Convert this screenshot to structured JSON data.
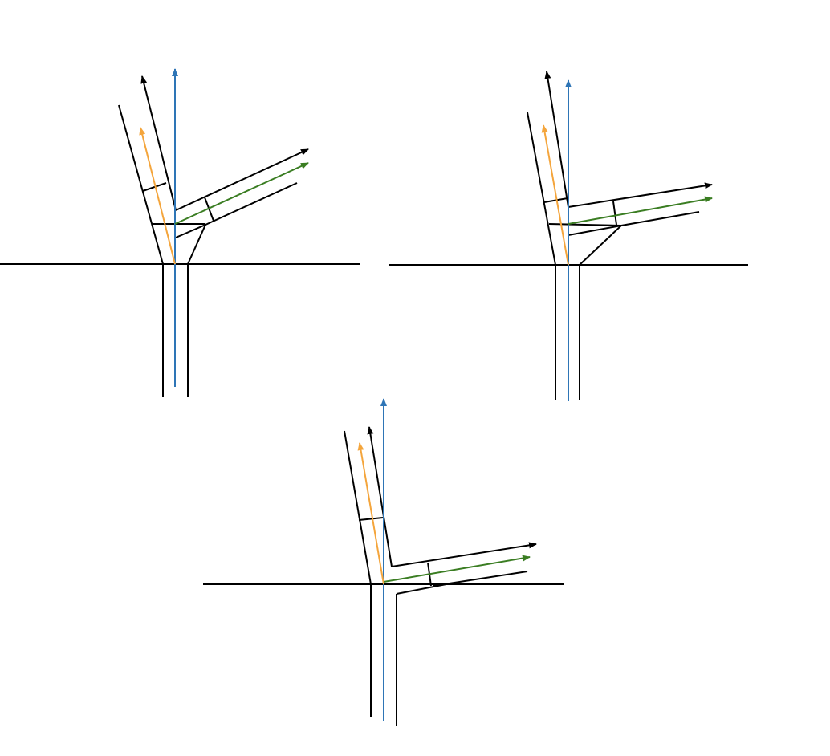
{
  "colors": {
    "outline": "#000000",
    "blue": "#2e75b6",
    "orange": "#f4a53c",
    "green": "#3a7d22",
    "background": "#ffffff"
  },
  "diagrams": [
    {
      "id": "top-left-junction"
    },
    {
      "id": "top-right-junction"
    },
    {
      "id": "bottom-center-junction"
    }
  ]
}
